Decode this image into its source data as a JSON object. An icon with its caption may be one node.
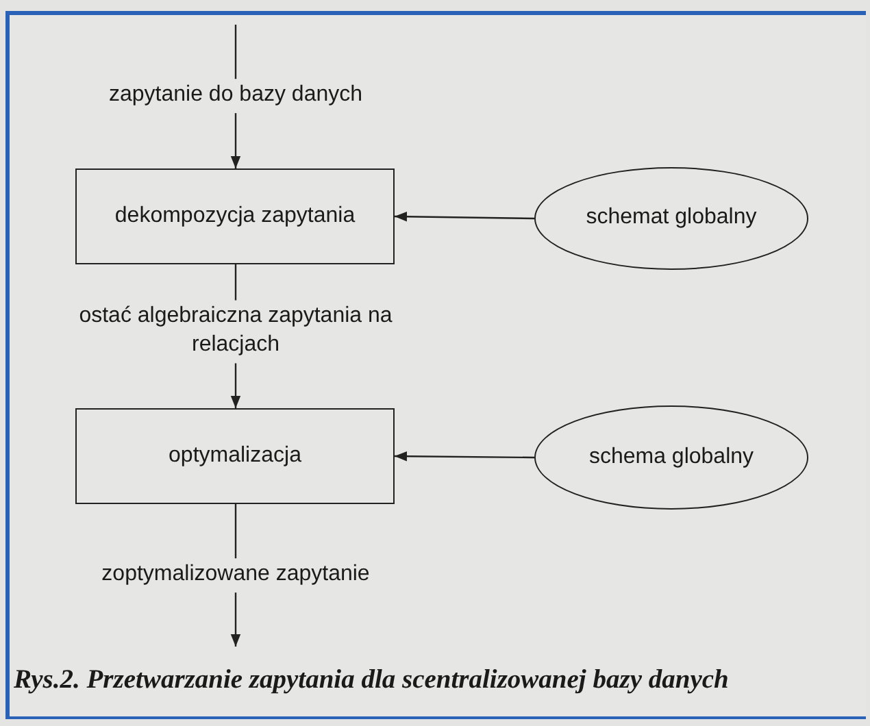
{
  "diagram": {
    "caption": "Rys.2. Przetwarzanie zapytania dla scentralizowanej bazy danych",
    "nodes": [
      {
        "text": [
          "dekompozycja zapytania"
        ]
      },
      {
        "text": [
          "schemat globalny"
        ]
      },
      {
        "text": [
          "optymalizacja"
        ]
      },
      {
        "text": [
          "schema globalny"
        ]
      }
    ],
    "edges": [
      {
        "from": null,
        "to": 0,
        "arrow": "to",
        "label": "zapytanie do bazy danych"
      },
      {
        "from": 1,
        "to": 0,
        "arrow": "to"
      },
      {
        "from": 0,
        "to": 2,
        "arrow": "to",
        "label": "ostać algebraiczna zapytania na relacjach"
      },
      {
        "from": 3,
        "to": 2,
        "arrow": "to"
      },
      {
        "from": 2,
        "to": null,
        "arrow": "to",
        "label": "zoptymalizowane zapytanie"
      }
    ]
  }
}
